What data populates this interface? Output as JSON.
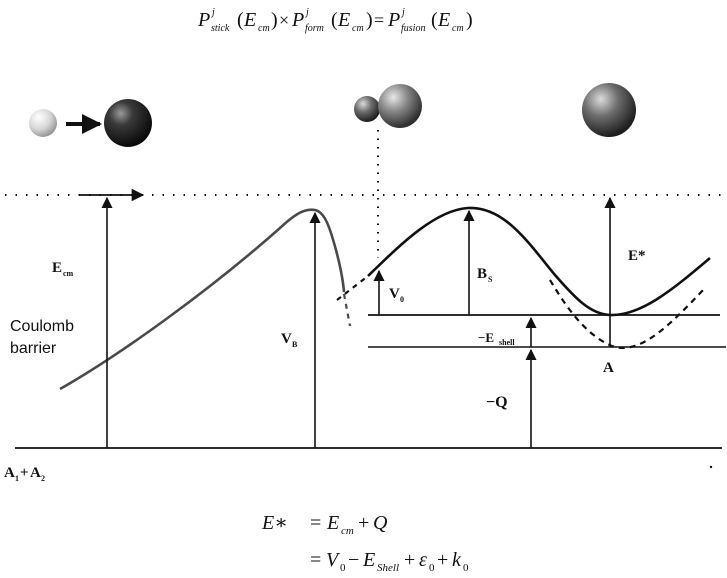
{
  "top_formula": {
    "p": "P",
    "j": "j",
    "stick": "stick",
    "form": "form",
    "fusion": "fusion",
    "e": "E",
    "cm": "cm",
    "lparen": "(",
    "rparen": ")",
    "times": "×",
    "equals": "="
  },
  "labels": {
    "ecm_main": "E",
    "ecm_sub": "cm",
    "coulomb": "Coulomb",
    "barrier": "barrier",
    "vb_main": "V",
    "vb_sub": "B",
    "v0_main": "V",
    "v0_sub": "0",
    "bs_main": "B",
    "bs_sub": "S",
    "estar": "E*",
    "eshell_main": "−E",
    "eshell_sub": "shell",
    "minus_q": "−Q",
    "point_a": "A",
    "a1_main": "A",
    "a1_sub": "1",
    "plus": "+",
    "a2_main": "A",
    "a2_sub": "2"
  },
  "bottom_formula": {
    "line1_lhs": "E∗",
    "eq": "=",
    "e": "E",
    "cm": "cm",
    "plus": "+",
    "q": "Q",
    "v": "V",
    "zero": "0",
    "minus": "−",
    "shell": "Shell",
    "eps": "ε",
    "k": "k"
  },
  "colors": {
    "line": "#111111",
    "curve_left": "#4a4a4a",
    "sphere_light": "#cfcfcf",
    "sphere_dark": "#1a1a1a",
    "sphere_mid": "#7a7a7a"
  }
}
